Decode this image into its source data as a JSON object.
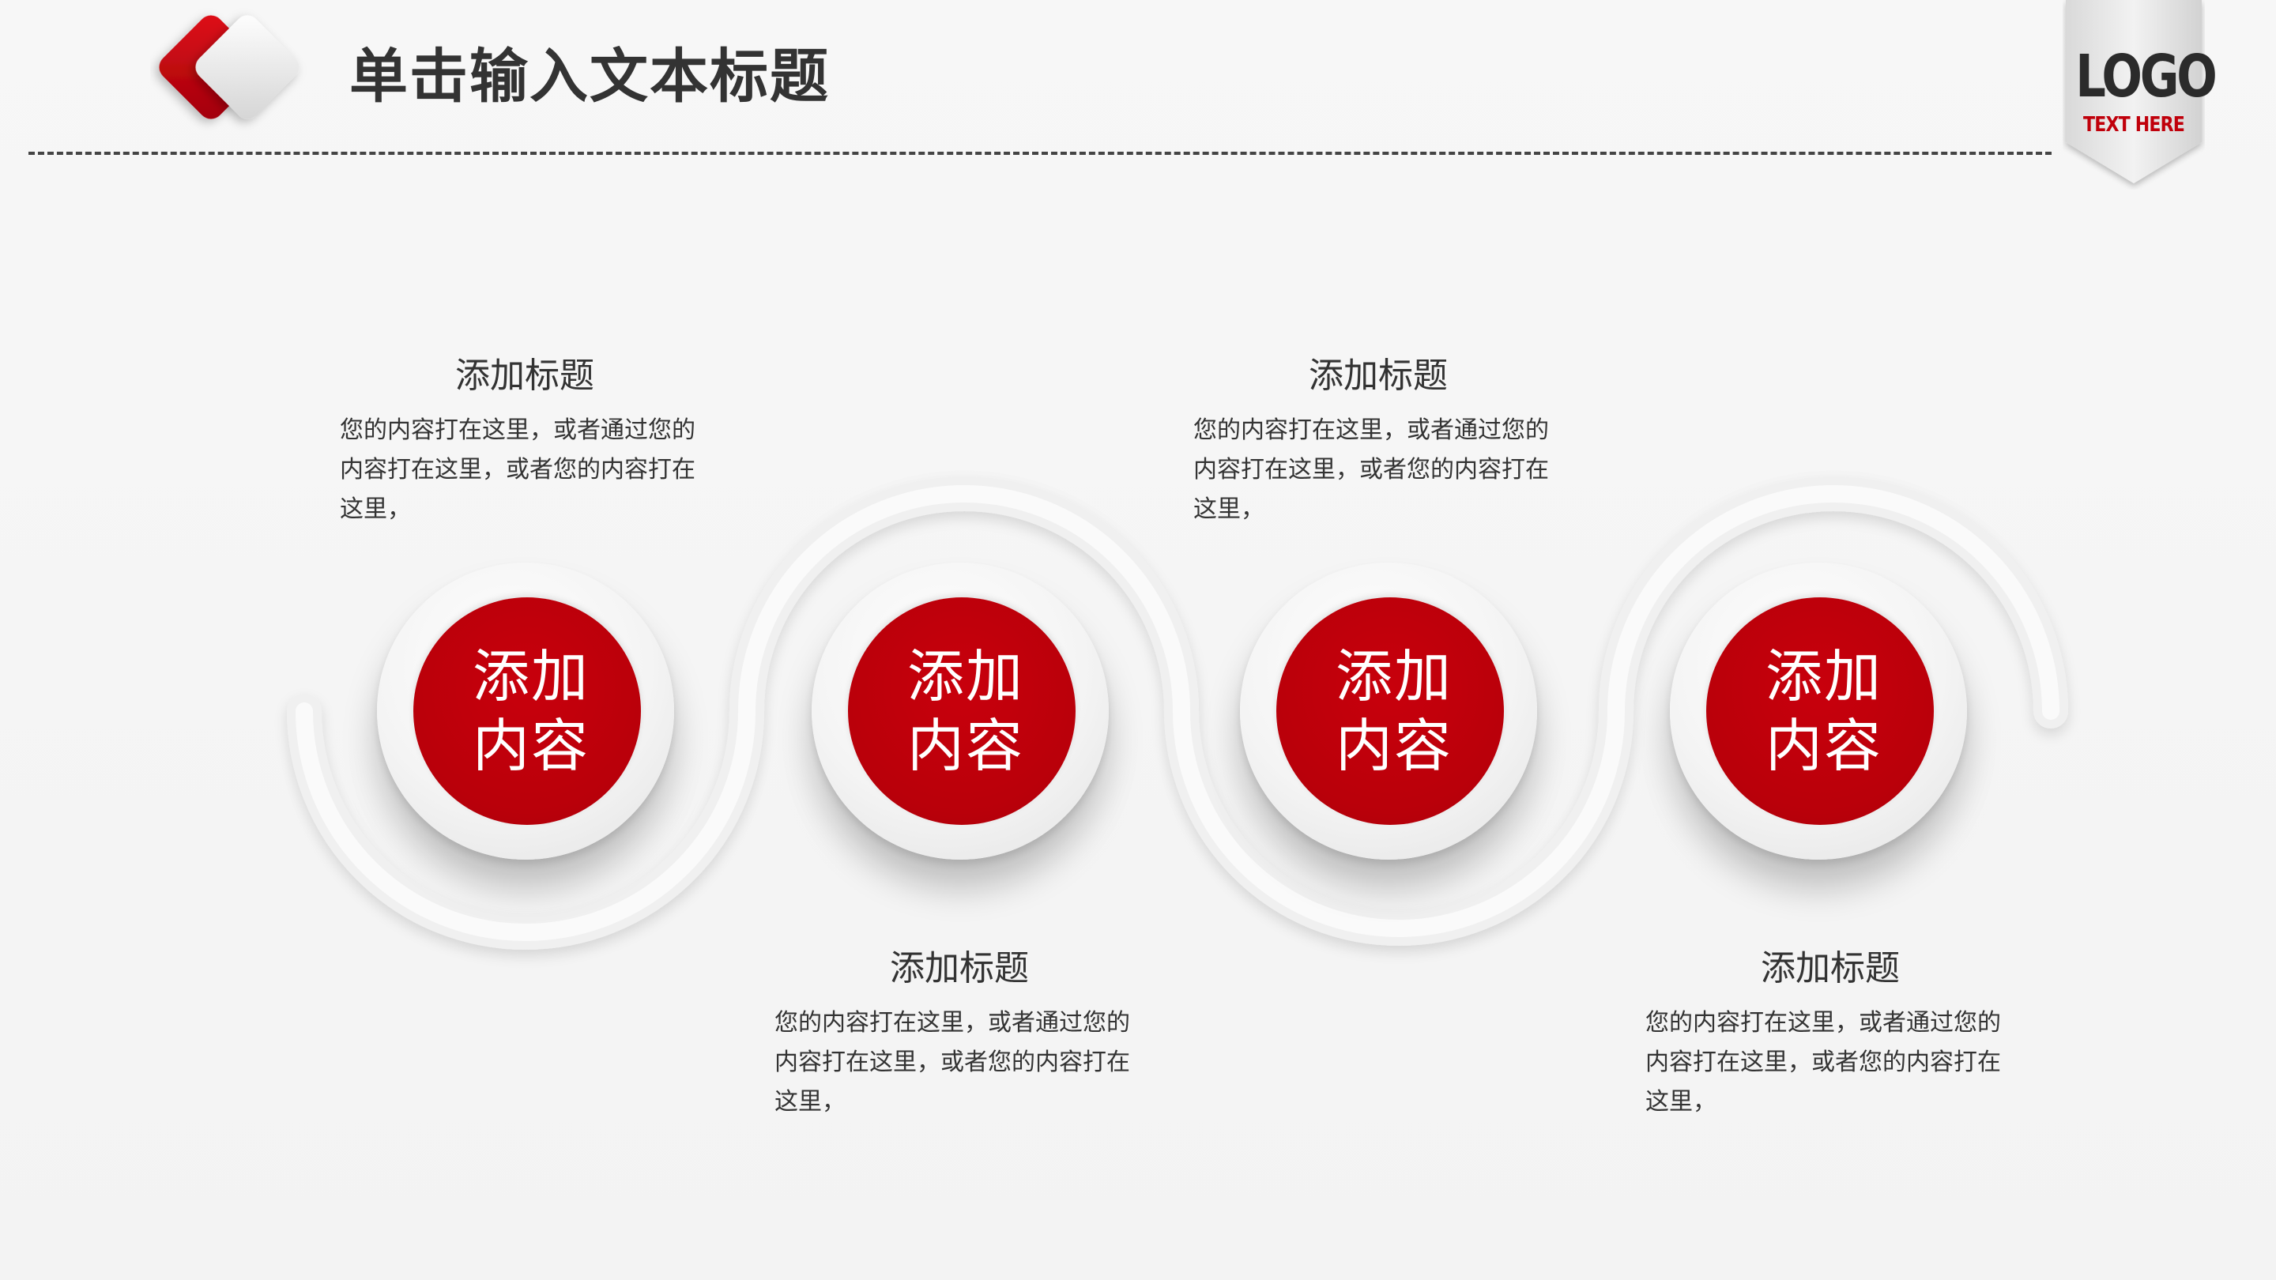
{
  "header": {
    "title": "单击输入文本标题"
  },
  "logo": {
    "text": "LOGO",
    "subtext": "TEXT HERE"
  },
  "colors": {
    "accent": "#c0000b",
    "text": "#333333",
    "background": "#f5f5f5"
  },
  "steps": [
    {
      "label": "添加内容",
      "title": "添加标题",
      "desc": "您的内容打在这里，或者通过您的内容打在这里，或者您的内容打在这里，"
    },
    {
      "label": "添加内容",
      "title": "添加标题",
      "desc": "您的内容打在这里，或者通过您的内容打在这里，或者您的内容打在这里，"
    },
    {
      "label": "添加内容",
      "title": "添加标题",
      "desc": "您的内容打在这里，或者通过您的内容打在这里，或者您的内容打在这里，"
    },
    {
      "label": "添加内容",
      "title": "添加标题",
      "desc": "您的内容打在这里，或者通过您的内容打在这里，或者您的内容打在这里，"
    }
  ]
}
